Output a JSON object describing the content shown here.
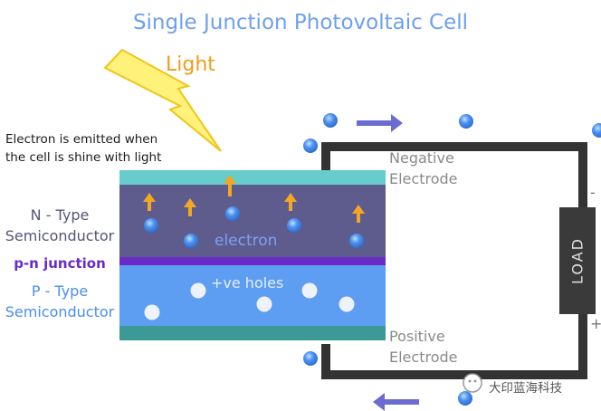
{
  "title": "Single Junction Photovoltaic Cell",
  "light_label": "Light",
  "note_lines": [
    "Electron is emitted when",
    "the cell is shine with light"
  ],
  "n_type_label": [
    "N - Type",
    "Semiconductor"
  ],
  "pn_junction_label": "p-n junction",
  "p_type_label": [
    "P - Type",
    "Semiconductor"
  ],
  "electron_label": "electron",
  "holes_label": "+ve holes",
  "negative_electrode": [
    "Negative",
    "Electrode"
  ],
  "positive_electrode": [
    "Positive",
    "Electrode"
  ],
  "load_label": "LOAD",
  "minus_sign": "-",
  "plus_sign": "+",
  "watermark": "大印蓝海科技",
  "colors": {
    "title": "#6f9ff0",
    "light": "#f29b1a",
    "n_layer": "#5e5c8c",
    "n_contact": "#66cccc",
    "pn_junction": "#6a2bc4",
    "p_layer": "#5d9df2",
    "p_contact": "#3c9a96",
    "electron": "#4a90f0",
    "hole": "#eef2fa",
    "circuit": "#333333",
    "arrow_flow": "#6c6cd0"
  }
}
